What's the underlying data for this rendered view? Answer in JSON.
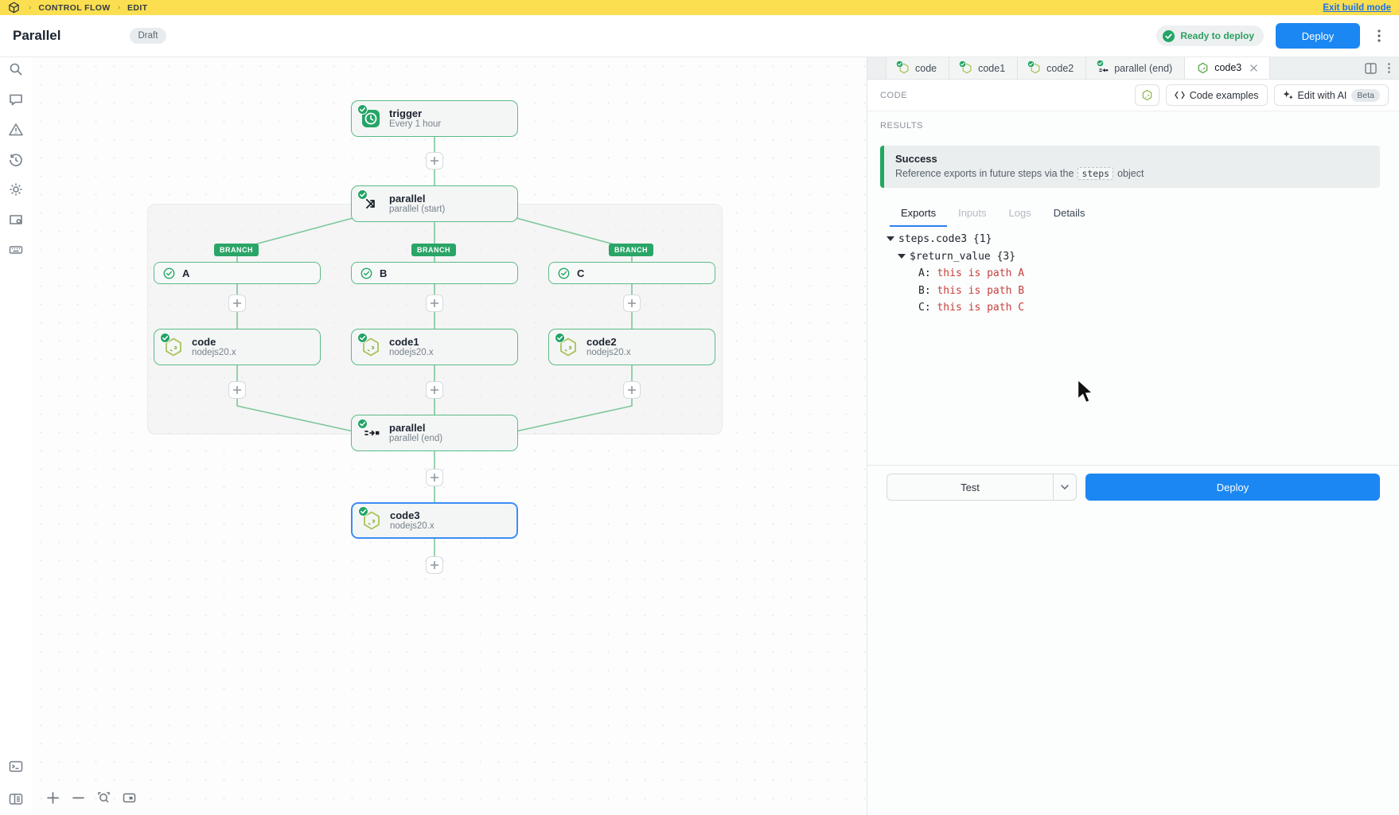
{
  "topbar": {
    "breadcrumb": [
      "CONTROL FLOW",
      "EDIT"
    ],
    "exit_link": "Exit build mode"
  },
  "header": {
    "title": "Parallel",
    "draft_badge": "Draft",
    "status": "Ready to deploy",
    "deploy_label": "Deploy"
  },
  "sidebar": {
    "icons": [
      "search-icon",
      "comment-icon",
      "warning-icon",
      "history-icon",
      "settings-icon",
      "window-settings-icon",
      "keyboard-icon"
    ],
    "bottom_icons": [
      "terminal-icon",
      "layout-icon"
    ]
  },
  "canvas": {
    "trigger": {
      "title": "trigger",
      "subtitle": "Every 1 hour"
    },
    "parallel_start": {
      "title": "parallel",
      "subtitle": "parallel (start)"
    },
    "branch_badge": "BRANCH",
    "branches": [
      {
        "label": "A"
      },
      {
        "label": "B"
      },
      {
        "label": "C"
      }
    ],
    "code_nodes": [
      {
        "title": "code",
        "subtitle": "nodejs20.x"
      },
      {
        "title": "code1",
        "subtitle": "nodejs20.x"
      },
      {
        "title": "code2",
        "subtitle": "nodejs20.x"
      }
    ],
    "parallel_end": {
      "title": "parallel",
      "subtitle": "parallel (end)"
    },
    "code3": {
      "title": "code3",
      "subtitle": "nodejs20.x"
    },
    "zoom_controls": [
      "zoom-in-icon",
      "zoom-out-icon",
      "zoom-fit-icon",
      "minimap-icon"
    ]
  },
  "panel": {
    "tabs": [
      {
        "label": "code"
      },
      {
        "label": "code1"
      },
      {
        "label": "code2"
      },
      {
        "label": "parallel (end)"
      },
      {
        "label": "code3"
      }
    ],
    "code_section": {
      "label": "CODE",
      "code_examples": "Code examples",
      "edit_with_ai": "Edit with AI",
      "beta": "Beta"
    },
    "results": {
      "label": "RESULTS",
      "status_title": "Success",
      "message_pre": "Reference exports in future steps via the",
      "message_code": "steps",
      "message_post": "object"
    },
    "result_tabs": [
      {
        "label": "Exports"
      },
      {
        "label": "Inputs"
      },
      {
        "label": "Logs"
      },
      {
        "label": "Details"
      }
    ],
    "tree": {
      "root": "steps.code3",
      "root_count": "{1}",
      "return_key": "$return_value",
      "return_count": "{3}",
      "items": [
        {
          "key": "A:",
          "value": "this is path A"
        },
        {
          "key": "B:",
          "value": "this is path B"
        },
        {
          "key": "C:",
          "value": "this is path C"
        }
      ]
    },
    "footer": {
      "test_label": "Test",
      "deploy_label": "Deploy"
    }
  },
  "colors": {
    "topbar_yellow": "#fbdf51",
    "accent_blue": "#1b87f3",
    "green": "#23a566",
    "node_border_green": "#5cbb85",
    "selected_blue": "#3d8df5",
    "value_red": "#c5403d"
  }
}
